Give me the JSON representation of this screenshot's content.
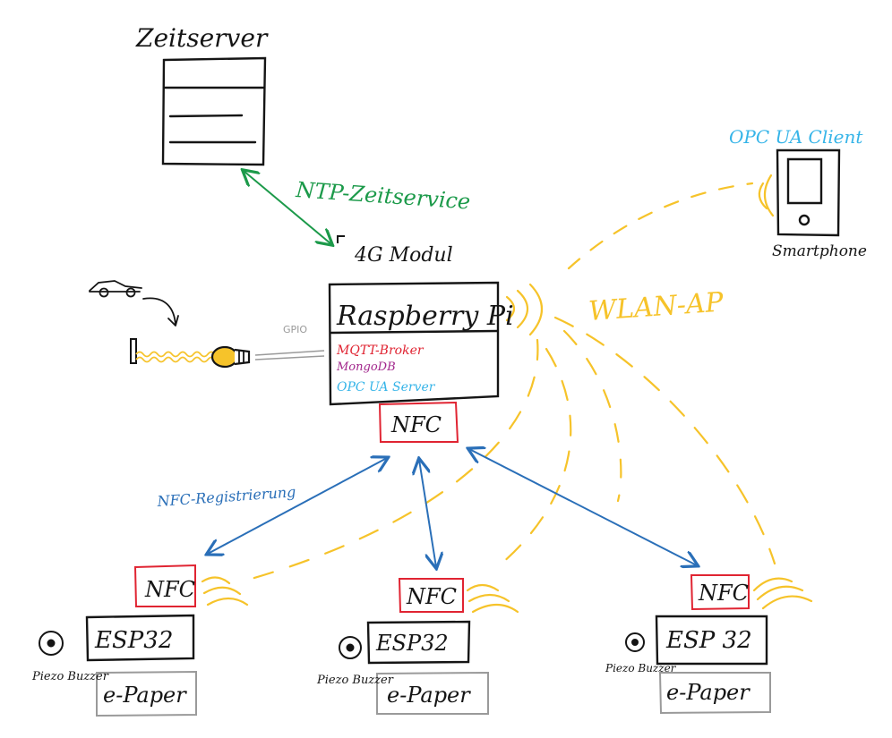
{
  "colors": {
    "ink": "#151515",
    "green": "#1c9a4a",
    "blue": "#2a6fb8",
    "cyan": "#35b4e8",
    "red": "#e02432",
    "magenta": "#a2278c",
    "yellow": "#f6c32a",
    "gray": "#9a9a9a"
  },
  "timeserver": {
    "title": "Zeitserver"
  },
  "ntp": {
    "label": "NTP-Zeitservice"
  },
  "modem": {
    "label": "4G Modul"
  },
  "pi": {
    "title": "Raspberry Pi",
    "services": [
      "MQTT-Broker",
      "MongoDB",
      "OPC UA Server"
    ],
    "nfc": "NFC"
  },
  "gpio": {
    "label": "GPIO"
  },
  "opc_client": {
    "label": "OPC UA Client",
    "device": "Smartphone"
  },
  "wlan": {
    "label": "WLAN-AP"
  },
  "registration": {
    "label": "NFC-Registrierung"
  },
  "nodes": [
    {
      "nfc": "NFC",
      "mcu": "ESP32",
      "display": "e-Paper",
      "buzzer": "Piezo Buzzer"
    },
    {
      "nfc": "NFC",
      "mcu": "ESP32",
      "display": "e-Paper",
      "buzzer": "Piezo Buzzer"
    },
    {
      "nfc": "NFC",
      "mcu": "ESP 32",
      "display": "e-Paper",
      "buzzer": "Piezo Buzzer"
    }
  ]
}
